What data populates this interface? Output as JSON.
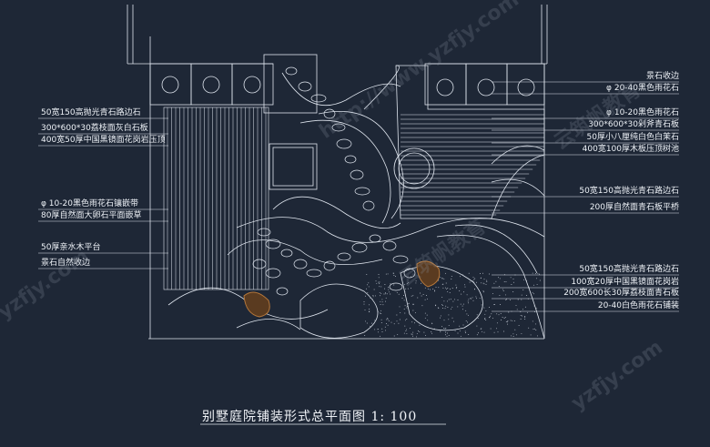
{
  "title": "别墅庭院铺装形式总平面图  1: 100",
  "left_labels": [
    "50宽150高抛光青石路边石",
    "300*600*30荔枝面灰白石板",
    "400宽50厚中国黑镜面花岗岩压顶",
    "φ 10-20黑色雨花石镶嵌带",
    "80厚自然面大卵石平面嵌草",
    "50厚亲水木平台",
    "景石自然收边"
  ],
  "right_labels": [
    "景石收边",
    "φ 20-40黑色雨花石",
    "φ 10-20黑色雨花石",
    "300*600*30剁斧青石板",
    "50厚小八厘纯白色白茉石",
    "400宽100厚木板压顶树池",
    "50宽150高抛光青石路边石",
    "200厚自然面青石板平桥",
    "50宽150高抛光青石路边石",
    "100宽20厚中国黑镜面花岗岩",
    "200宽600长30厚荔枝面青石板",
    "20-40白色雨花石铺装"
  ],
  "watermarks": [
    "yzfjy.com",
    "云筑帆教育",
    "http://www.yzfjy.com",
    "云筑帆教育",
    "yzfjy.com"
  ],
  "colors": {
    "background": "#1e2736",
    "linework": "#dfe5ee",
    "accent": "#b5773a"
  }
}
